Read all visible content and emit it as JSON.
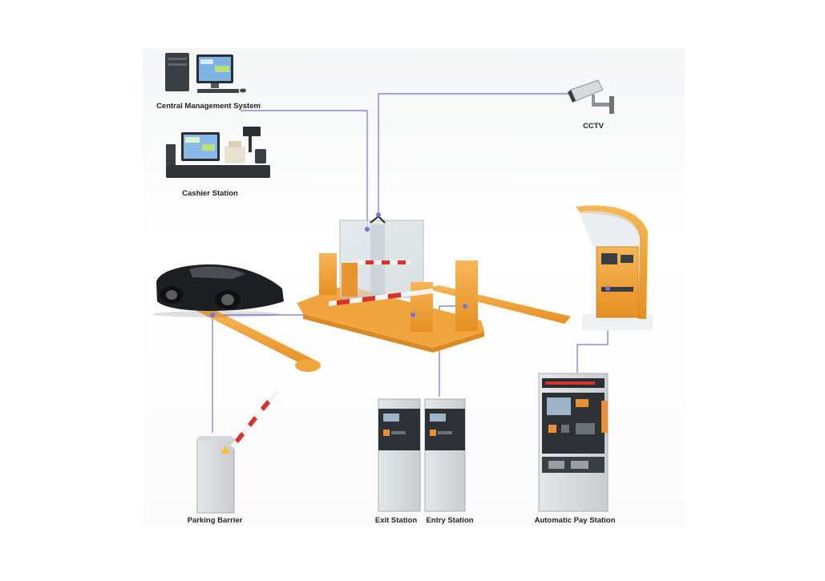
{
  "labels": {
    "central_management_system": "Central Management System",
    "cashier_station": "Cashier Station",
    "cctv": "CCTV",
    "parking_barrier": "Parking Barrier",
    "exit_station": "Exit Station",
    "entry_station": "Entry Station",
    "automatic_pay_station": "Automatic Pay Station"
  },
  "colors": {
    "connector": "#7b70d6",
    "barrier_orange": "#f2a640",
    "stripe_red": "#d8322c"
  },
  "icons": [
    "desktop-computer-icon",
    "cash-register-icon",
    "cctv-camera-icon",
    "sports-car-icon",
    "boom-gate-icon",
    "ticket-dispenser-icon",
    "kiosk-icon"
  ]
}
